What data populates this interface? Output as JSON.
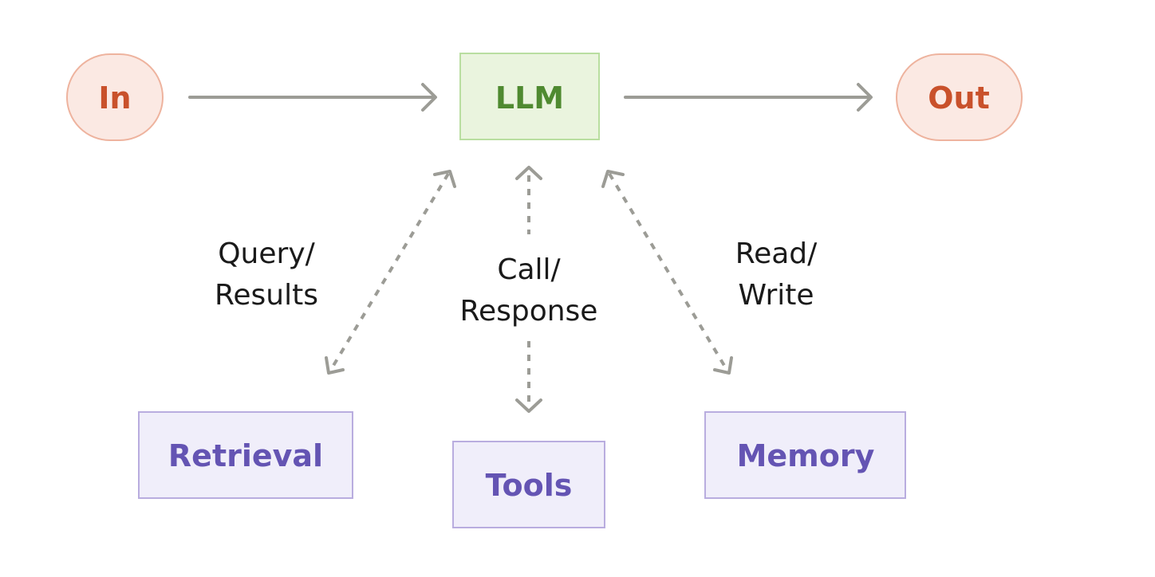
{
  "colors": {
    "background": "#ffffff",
    "terminal_fill": "#fbe9e3",
    "terminal_stroke": "#eeb39e",
    "terminal_text": "#c9512b",
    "llm_fill": "#eaf4de",
    "llm_stroke": "#b9dea0",
    "llm_text": "#4f8a30",
    "component_fill": "#f0eefa",
    "component_stroke": "#b9addf",
    "component_text": "#6454b3",
    "arrow": "#9c9c96",
    "label_text": "#1a1a1a"
  },
  "nodes": {
    "input": {
      "label": "In",
      "shape": "pill"
    },
    "llm": {
      "label": "LLM",
      "shape": "box"
    },
    "output": {
      "label": "Out",
      "shape": "pill"
    },
    "retrieval": {
      "label": "Retrieval",
      "shape": "box"
    },
    "tools": {
      "label": "Tools",
      "shape": "box"
    },
    "memory": {
      "label": "Memory",
      "shape": "box"
    }
  },
  "edges": {
    "in_to_llm": {
      "from": "In",
      "to": "LLM",
      "style": "solid"
    },
    "llm_to_out": {
      "from": "LLM",
      "to": "Out",
      "style": "solid"
    },
    "llm_retrieval": {
      "between": [
        "LLM",
        "Retrieval"
      ],
      "style": "dashed-bidirectional",
      "label_lines": [
        "Query/",
        "Results"
      ]
    },
    "llm_tools": {
      "between": [
        "LLM",
        "Tools"
      ],
      "style": "dashed-bidirectional",
      "label_lines": [
        "Call/",
        "Response"
      ]
    },
    "llm_memory": {
      "between": [
        "LLM",
        "Memory"
      ],
      "style": "dashed-bidirectional",
      "label_lines": [
        "Read/",
        "Write"
      ]
    }
  }
}
